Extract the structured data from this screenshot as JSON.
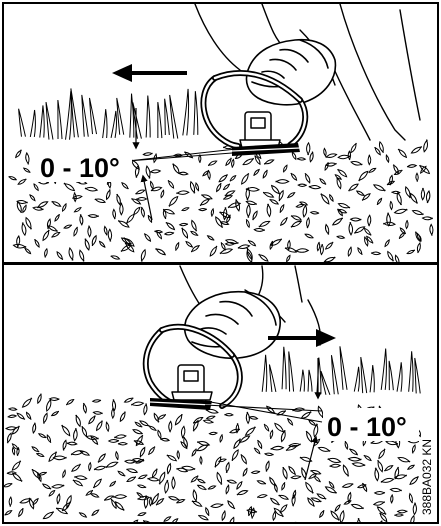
{
  "panels": [
    {
      "angle_label": "0 - 10°"
    },
    {
      "angle_label": "0 - 10°"
    }
  ],
  "figure_code": "388BA032 KN"
}
